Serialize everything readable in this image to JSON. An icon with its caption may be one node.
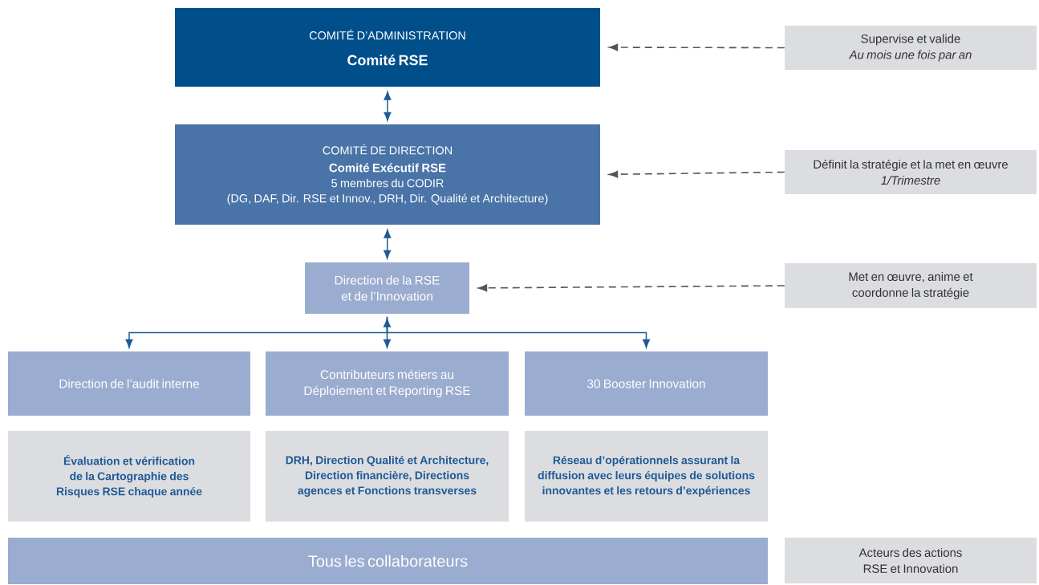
{
  "diagram": {
    "nodes": [
      {
        "text": [
          "COMITÉ D’ADMINISTRATION",
          "Comité RSE"
        ]
      },
      {
        "text": [
          "Supervise et valide",
          "Au mois une fois par an"
        ]
      },
      {
        "text": [
          "COMITÉ DE DIRECTION",
          "Comité Exécutif RSE",
          "5 membres du CODIR",
          "(DG, DAF, Dir. RSE et Innov., DRH, Dir. Qualité et Architecture)"
        ]
      },
      {
        "text": [
          "Définit la stratégie et la met en œuvre",
          "1/Trimestre"
        ]
      },
      {
        "text": [
          "Direction de la RSE et de l’Innovation"
        ]
      },
      {
        "text": [
          "Met en œuvre, anime et coordonne la stratégie"
        ]
      },
      {
        "text": [
          "Direction de l’audit interne"
        ]
      },
      {
        "text": [
          "Contributeurs métiers au Déploiement et Reporting RSE"
        ]
      },
      {
        "text": [
          "30 Booster Innovation"
        ]
      },
      {
        "text": [
          "Évaluation et vérification de la Cartographie des Risques RSE chaque année"
        ]
      },
      {
        "text": [
          "DRH, Direction Qualité et Architecture, Direction financière, Directions agences et Fonctions transverses"
        ]
      },
      {
        "text": [
          "Réseau d’opérationnels assurant la diffusion avec leurs équipes de solutions innovantes et les retours d’expériences"
        ]
      },
      {
        "text": [
          "Tous les collaborateurs"
        ]
      },
      {
        "text": [
          "Acteurs des actions RSE et Innovation"
        ]
      }
    ],
    "edges": [
      {
        "from": 0,
        "to": 2,
        "arrow": "both"
      },
      {
        "from": 1,
        "to": 0,
        "arrow": "to",
        "style": "dashed",
        "color": "#555555"
      },
      {
        "from": 2,
        "to": 4,
        "arrow": "both"
      },
      {
        "from": 3,
        "to": 2,
        "arrow": "to",
        "style": "dashed",
        "color": "#555555"
      },
      {
        "from": 5,
        "to": 4,
        "arrow": "to",
        "style": "dashed",
        "color": "#555555"
      },
      {
        "from": 4,
        "to": 6,
        "arrow": "to"
      },
      {
        "from": 4,
        "to": 7,
        "arrow": "both"
      },
      {
        "from": 4,
        "to": 8,
        "arrow": "to"
      }
    ]
  }
}
